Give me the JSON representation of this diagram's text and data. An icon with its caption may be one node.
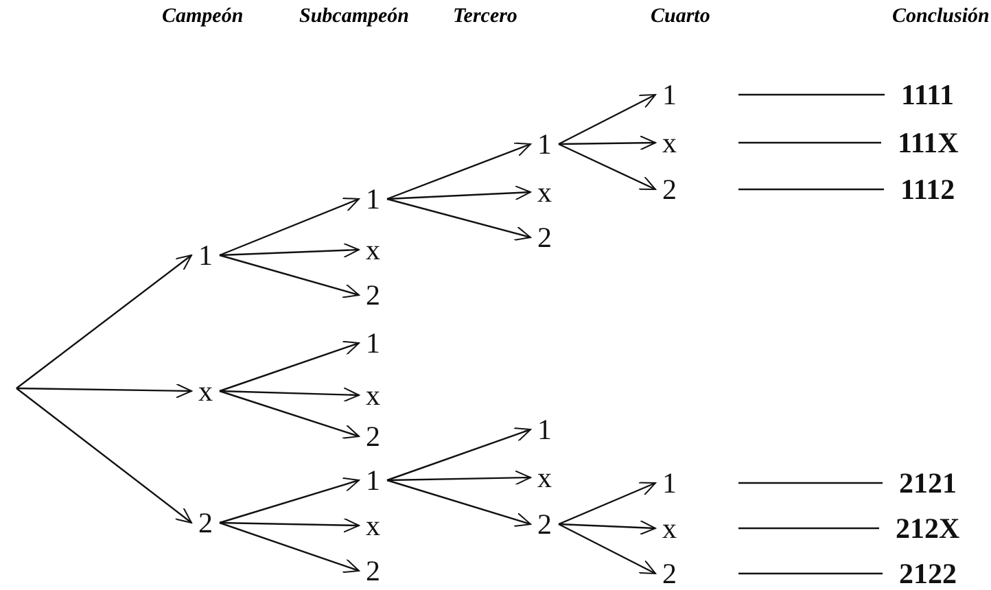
{
  "diagram": {
    "nodes": [
      {
        "text": [
          "1"
        ]
      },
      {
        "text": [
          "x"
        ]
      },
      {
        "text": [
          "2"
        ]
      },
      {
        "text": [
          "1"
        ]
      },
      {
        "text": [
          "x"
        ]
      },
      {
        "text": [
          "2"
        ]
      },
      {
        "text": [
          "1"
        ]
      },
      {
        "text": [
          "x"
        ]
      },
      {
        "text": [
          "2"
        ]
      },
      {
        "text": [
          "1"
        ]
      },
      {
        "text": [
          "x"
        ]
      },
      {
        "text": [
          "2"
        ]
      },
      {
        "text": [
          "1"
        ]
      },
      {
        "text": [
          "x"
        ]
      },
      {
        "text": [
          "2"
        ]
      },
      {
        "text": [
          "1"
        ]
      },
      {
        "text": [
          "x"
        ]
      },
      {
        "text": [
          "2"
        ]
      },
      {
        "text": [
          "1"
        ]
      },
      {
        "text": [
          "x"
        ]
      },
      {
        "text": [
          "2"
        ]
      },
      {
        "text": [
          "1"
        ]
      },
      {
        "text": [
          "x"
        ]
      },
      {
        "text": [
          "2"
        ]
      },
      {
        "text": [
          "1111"
        ]
      },
      {
        "text": [
          "111X"
        ]
      },
      {
        "text": [
          "1112"
        ]
      },
      {
        "text": [
          "2121"
        ]
      },
      {
        "text": [
          "212X"
        ]
      },
      {
        "text": [
          "2122"
        ]
      }
    ],
    "edges": [
      {
        "from": null,
        "to": 0,
        "arrow": "to"
      },
      {
        "from": null,
        "to": 1,
        "arrow": "to"
      },
      {
        "from": null,
        "to": 2,
        "arrow": "to"
      },
      {
        "from": 0,
        "to": 3,
        "arrow": "to"
      },
      {
        "from": 0,
        "to": 4,
        "arrow": "to"
      },
      {
        "from": 0,
        "to": 5,
        "arrow": "to"
      },
      {
        "from": 1,
        "to": 6,
        "arrow": "to"
      },
      {
        "from": 1,
        "to": 7,
        "arrow": "to"
      },
      {
        "from": 1,
        "to": 8,
        "arrow": "to"
      },
      {
        "from": 2,
        "to": 9,
        "arrow": "to"
      },
      {
        "from": 2,
        "to": 10,
        "arrow": "to"
      },
      {
        "from": 2,
        "to": 11,
        "arrow": "to"
      },
      {
        "from": 3,
        "to": 12,
        "arrow": "to"
      },
      {
        "from": 3,
        "to": 13,
        "arrow": "to"
      },
      {
        "from": 3,
        "to": 14,
        "arrow": "to"
      },
      {
        "from": 9,
        "to": 15,
        "arrow": "to"
      },
      {
        "from": 9,
        "to": 16,
        "arrow": "to"
      },
      {
        "from": 9,
        "to": 17,
        "arrow": "to"
      },
      {
        "from": 12,
        "to": 18,
        "arrow": "to"
      },
      {
        "from": 12,
        "to": 19,
        "arrow": "to"
      },
      {
        "from": 12,
        "to": 20,
        "arrow": "to"
      },
      {
        "from": 17,
        "to": 21,
        "arrow": "to"
      },
      {
        "from": 17,
        "to": 22,
        "arrow": "to"
      },
      {
        "from": 17,
        "to": 23,
        "arrow": "to"
      },
      {
        "from": 18,
        "to": 24,
        "arrow": "none"
      },
      {
        "from": 19,
        "to": 25,
        "arrow": "none"
      },
      {
        "from": 20,
        "to": 26,
        "arrow": "none"
      },
      {
        "from": 21,
        "to": 27,
        "arrow": "none"
      },
      {
        "from": 22,
        "to": 28,
        "arrow": "none"
      },
      {
        "from": 23,
        "to": 29,
        "arrow": "none"
      }
    ],
    "labels": [
      "Campeón",
      "Subcampeón",
      "Tercero",
      "Cuarto",
      "Conclusión"
    ]
  }
}
